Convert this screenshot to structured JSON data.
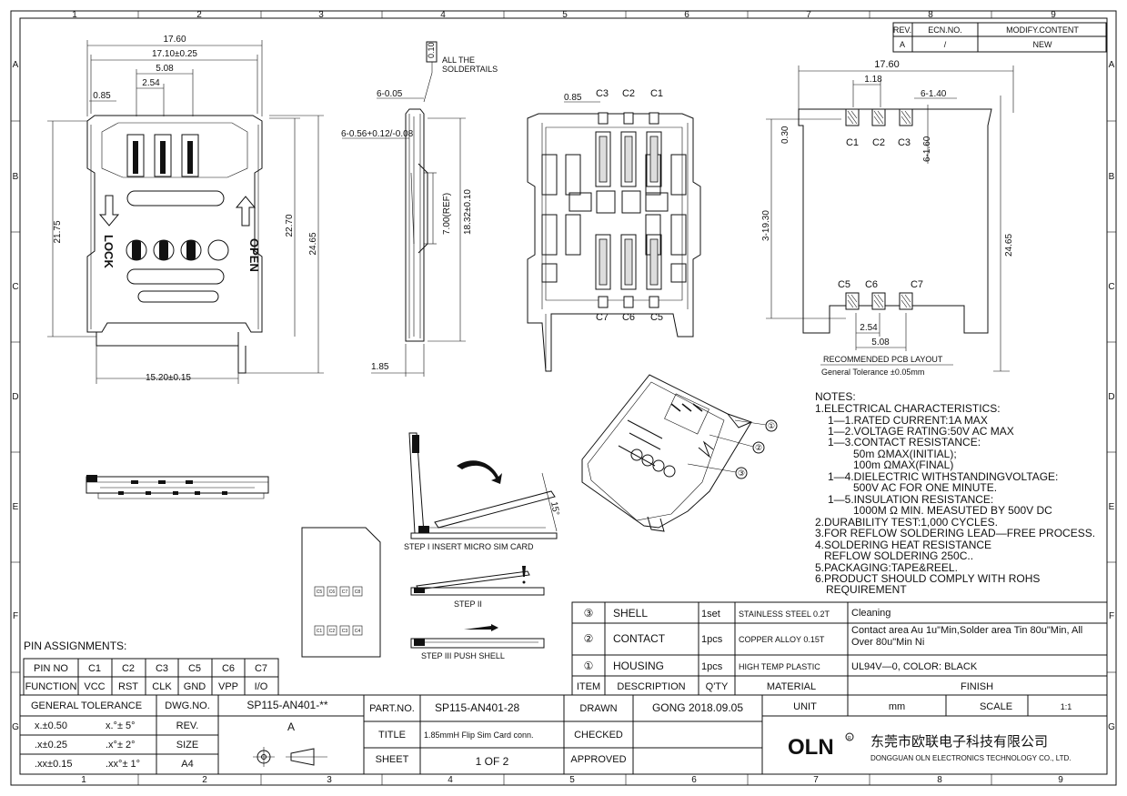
{
  "grid": {
    "columns": [
      "1",
      "2",
      "3",
      "4",
      "5",
      "6",
      "7",
      "8",
      "9"
    ],
    "rows": [
      "A",
      "B",
      "C",
      "D",
      "E",
      "F",
      "G"
    ]
  },
  "revision": {
    "headers": {
      "rev": "REV.",
      "ecn": "ECN.NO.",
      "modify": "MODIFY.CONTENT"
    },
    "row": {
      "rev": "A",
      "ecn": "/",
      "modify": "NEW"
    }
  },
  "front_view": {
    "dims": [
      "17.60",
      "17.10±0.25",
      "5.08",
      "2.54",
      "0.85",
      "21.75",
      "22.70",
      "24.65",
      "15.20±0.15"
    ],
    "lock": "LOCK",
    "open": "OPEN"
  },
  "side_view": {
    "dims": [
      "6-0.05",
      "6-0.56+0.12/-0.08",
      "7.00(REF)",
      "18.32±0.10",
      "1.85",
      "0.10"
    ],
    "note_lines": [
      "ALL THE",
      "SOLDERTAILS"
    ]
  },
  "bottom_view": {
    "dims": [
      "0.85"
    ],
    "top_pins": [
      "C3",
      "C2",
      "C1"
    ],
    "bottom_pins": [
      "C7",
      "C6",
      "C5"
    ]
  },
  "pcb_layout": {
    "dims": [
      "17.60",
      "1.18",
      "6-1.40",
      "0.30",
      "6-1.60",
      "3-19.30",
      "24.65",
      "2.54",
      "5.08"
    ],
    "top_pads": [
      "C1",
      "C2",
      "C3"
    ],
    "bottom_pads": [
      "C5",
      "C6",
      "C7"
    ],
    "title": "RECOMMENDED PCB LAYOUT",
    "tolerance": "General Tolerance ±0.05mm"
  },
  "notes": {
    "lines": [
      "NOTES:",
      "1.ELECTRICAL CHARACTERISTICS:",
      "1—1.RATED CURRENT:1A MAX",
      "1—2.VOLTAGE RATING:50V AC MAX",
      "1—3.CONTACT RESISTANCE:",
      "50m ΩMAX(INITIAL);",
      "100m ΩMAX(FINAL)",
      "1—4.DIELECTRIC WITHSTANDINGVOLTAGE:",
      "500V AC FOR ONE MINUTE.",
      "1—5.INSULATION RESISTANCE:",
      "1000M Ω MIN. MEASUTED BY 500V DC",
      "2.DURABILITY TEST:1,000 CYCLES.",
      "3.FOR REFLOW SOLDERING LEAD—FREE PROCESS.",
      "4.SOLDERING HEAT RESISTANCE",
      "REFLOW SOLDERING 250C..",
      "5.PACKAGING:TAPE&REEL.",
      "6.PRODUCT SHOULD COMPLY WITH ROHS",
      "REQUIREMENT"
    ]
  },
  "iso_callouts": [
    "①",
    "②",
    "③"
  ],
  "steps": {
    "step1": "STEP I INSERT MICRO SIM CARD",
    "step2": "STEP II",
    "step3": "STEP III PUSH SHELL",
    "angle": "15°"
  },
  "sim_card": {
    "top": [
      "C5",
      "C6",
      "C7",
      "C8"
    ],
    "bottom": [
      "C1",
      "C2",
      "C3",
      "C4"
    ]
  },
  "pin_assignments": {
    "title": "PIN ASSIGNMENTS:",
    "header": [
      "PIN NO",
      "C1",
      "C2",
      "C3",
      "C5",
      "C6",
      "C7"
    ],
    "function": [
      "FUNCTION",
      "VCC",
      "RST",
      "CLK",
      "GND",
      "VPP",
      "I/O"
    ]
  },
  "bom": {
    "rows": [
      {
        "item": "③",
        "desc": "SHELL",
        "qty": "1set",
        "material": "STAINLESS STEEL 0.2T",
        "finish": "Cleaning"
      },
      {
        "item": "②",
        "desc": "CONTACT",
        "qty": "1pcs",
        "material": "COPPER ALLOY 0.15T",
        "finish": "Contact area Au 1u\"Min,Solder area Tin 80u\"Min, All Over 80u\"Min Ni"
      },
      {
        "item": "①",
        "desc": "HOUSING",
        "qty": "1pcs",
        "material": "HIGH TEMP PLASTIC",
        "finish": "UL94V—0, COLOR: BLACK"
      }
    ],
    "header": {
      "item": "ITEM",
      "desc": "DESCRIPTION",
      "qty": "Q'TY",
      "material": "MATERIAL",
      "finish": "FINISH"
    }
  },
  "title_block": {
    "general_tolerance": "GENERAL   TOLERANCE",
    "dwg_no_label": "DWG.NO.",
    "dwg_no": "SP115-AN401-**",
    "part_no_label": "PART.NO.",
    "part_no": "SP115-AN401-28",
    "drawn_label": "DRAWN",
    "drawn": "GONG  2018.09.05",
    "unit_label": "UNIT",
    "unit": "mm",
    "scale_label": "SCALE",
    "scale": "1:1",
    "tol_x": "x.±0.50",
    "tol_xx": ".x±0.25",
    "tol_xxx": ".xx±0.15",
    "ang_x": "x.°± 5°",
    "ang_xx": ".x°± 2°",
    "ang_xxx": ".xx°± 1°",
    "rev_label": "REV.",
    "rev": "A",
    "size_label": "SIZE",
    "size": "A4",
    "title_label": "TITLE",
    "title": "1.85mmH Flip Sim Card  conn.",
    "checked_label": "CHECKED",
    "approved_label": "APPROVED",
    "sheet_label": "SHEET",
    "sheet": "1  OF  2",
    "logo": "OLN",
    "company_cn": "东莞市欧联电子科技有限公司",
    "company_en": "DONGGUAN OLN ELECTRONICS TECHNOLOGY CO., LTD."
  }
}
